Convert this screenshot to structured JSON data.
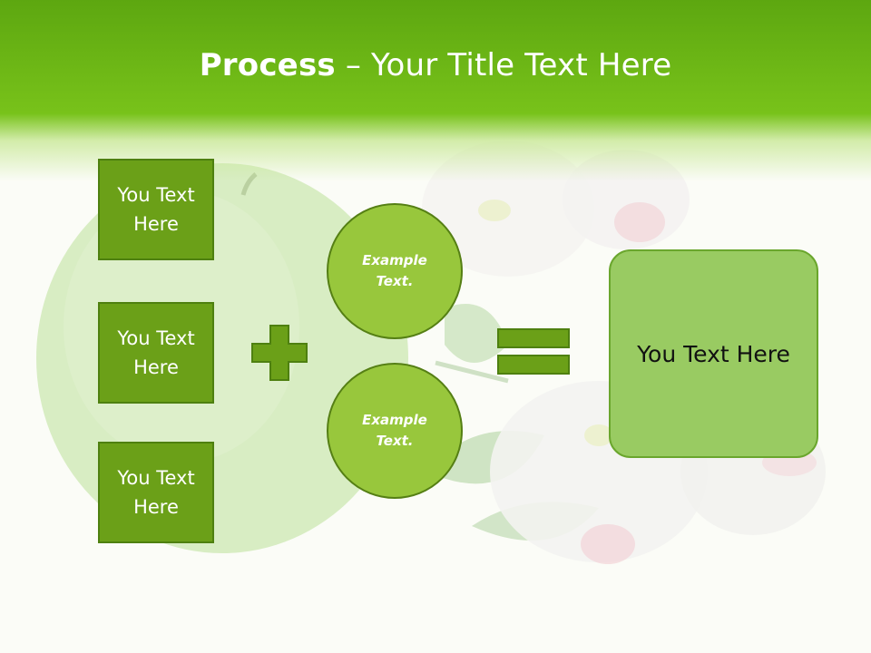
{
  "title": {
    "bold": "Process",
    "rest": " – Your Title Text Here"
  },
  "boxes": [
    {
      "label": "You Text Here"
    },
    {
      "label": "You Text Here"
    },
    {
      "label": "You Text Here"
    }
  ],
  "circles": [
    {
      "label": "Example Text."
    },
    {
      "label": "Example Text."
    }
  ],
  "operators": {
    "plus": "plus-sign",
    "equals": "equals-sign"
  },
  "result": {
    "label": "You Text Here"
  },
  "colors": {
    "header_green": "#78c21a",
    "box_fill": "#6ba018",
    "circle_fill": "#98c73c",
    "result_fill": "#99cb62",
    "operator_fill": "#6ba018"
  }
}
